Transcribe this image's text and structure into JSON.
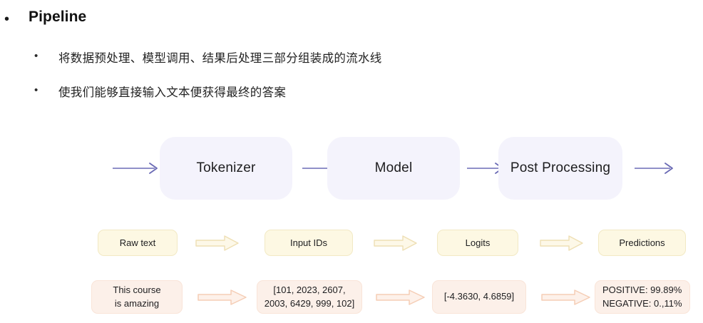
{
  "slide": {
    "title": "Pipeline",
    "bullets": [
      {
        "marker": "•",
        "text": "Pipeline",
        "level": 1
      },
      {
        "marker": "•",
        "text": "将数据预处理、模型调用、结果后处理三部分组装成的流水线",
        "level": 2
      },
      {
        "marker": "•",
        "text": "使我们能够直接输入文本便获得最终的答案",
        "level": 2
      }
    ]
  },
  "diagram": {
    "stages": [
      {
        "label": "Tokenizer"
      },
      {
        "label": "Model"
      },
      {
        "label": "Post Processing"
      }
    ],
    "labels": [
      {
        "label": "Raw text"
      },
      {
        "label": "Input IDs"
      },
      {
        "label": "Logits"
      },
      {
        "label": "Predictions"
      }
    ],
    "values": [
      {
        "lines": [
          "This course",
          "is amazing"
        ]
      },
      {
        "lines": [
          "[101, 2023, 2607,",
          "2003, 6429, 999, 102]"
        ]
      },
      {
        "lines": [
          "[-4.3630, 4.6859]"
        ]
      },
      {
        "lines": [
          "POSITIVE: 99.89%",
          "NEGATIVE: 0.,11%"
        ]
      }
    ],
    "arrow_count_line": 4,
    "arrow_count_block_label": 3,
    "arrow_count_block_value": 3
  },
  "colors": {
    "stage_fill": "#f4f3fc",
    "line_arrow": "#6b6bb5",
    "chip_yellow_fill": "#fdf8e3",
    "chip_yellow_border": "#f2e9c4",
    "chip_pink_fill": "#fcf0e9",
    "chip_pink_border": "#f9e4d8",
    "block_arrow_yellow_fill": "#fdf8e8",
    "block_arrow_yellow_border": "#eedfb4",
    "block_arrow_pink_fill": "#fdf1ea",
    "block_arrow_pink_border": "#f5cdb5",
    "text": "#1d1d1f",
    "background": "#ffffff"
  }
}
